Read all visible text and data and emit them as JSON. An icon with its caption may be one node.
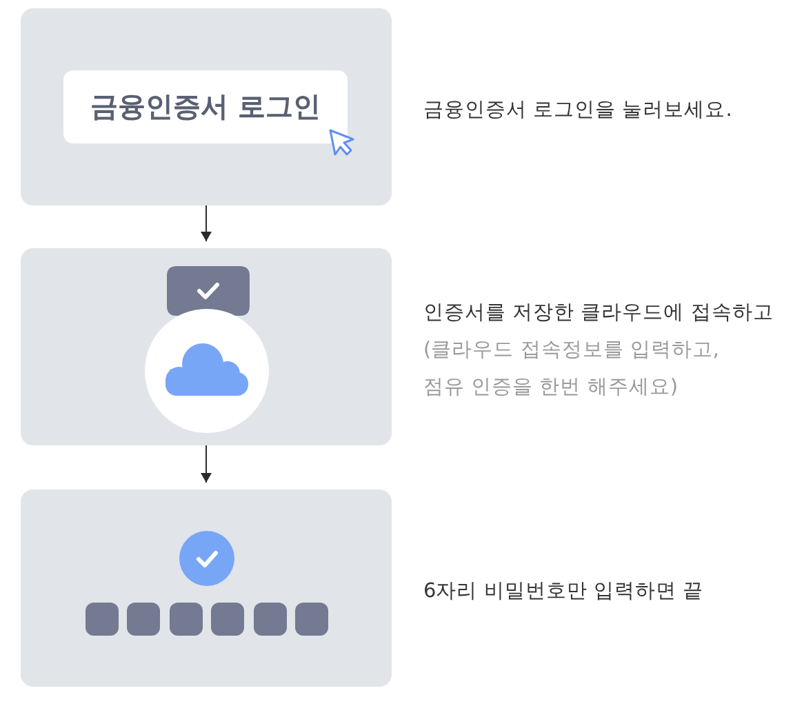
{
  "diagram": {
    "nodes": [
      {
        "text": [],
        "shape": "box",
        "beside": [
          "금융인증서 로그인을 눌러보세요."
        ]
      },
      {
        "text": [
          "금융인증서 로그인"
        ],
        "in": 0
      },
      {
        "text": [],
        "shape": "box",
        "beside": [
          "인증서를 저장한 클라우드에 접속하고",
          "(클라우드 접속정보를 입력하고, 점유 인증을 한번 해주세요)"
        ]
      },
      {
        "text": [],
        "shape": "box",
        "beside": [
          "6자리 비밀번호만 입력하면 끝"
        ]
      }
    ],
    "edges": [
      {
        "from": 0,
        "to": 2,
        "arrow": "to"
      },
      {
        "from": 2,
        "to": 3,
        "arrow": "to"
      }
    ]
  }
}
